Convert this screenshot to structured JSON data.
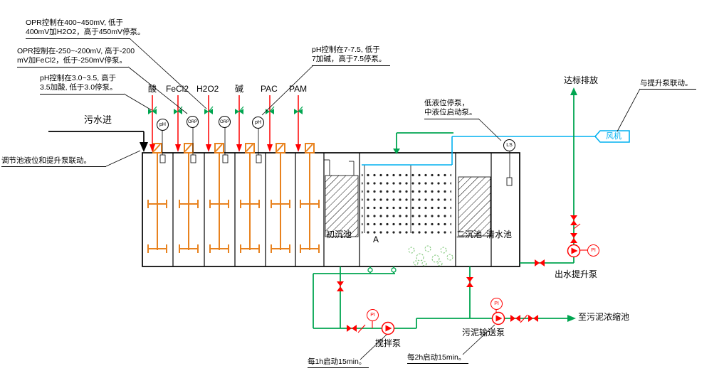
{
  "annotations": {
    "orp_h2o2": [
      "OPR控制在400~450mV, 低于",
      "400mV加H2O2，高于450mV停泵。"
    ],
    "orp_fecl2": [
      "OPR控制在-250~-200mV, 高于-200",
      "mV加FeCl2，低于-250mV停泵。"
    ],
    "ph_acid": [
      "pH控制在3.0~3.5, 高于",
      "3.5加酸, 低于3.0停泵。"
    ],
    "ph_alkali": [
      "pH控制在7-7.5, 低于",
      "7加碱，高于7.5停泵。"
    ],
    "regulating_tank": "调节池液位和提升泵联动。",
    "level_switch": [
      "低液位停泵，",
      "中液位启动泵。"
    ],
    "blower_interlock": "与提升泵联动。",
    "mixing_pump_schedule": "每1h启动15min。",
    "sludge_pump_schedule": "每2h启动15min。"
  },
  "chemicals": [
    "酸",
    "FeCl2",
    "H2O2",
    "碱",
    "PAC",
    "PAM"
  ],
  "sensors": [
    "pH",
    "ORP",
    "ORP",
    "pH"
  ],
  "labels": {
    "influent": "污水进",
    "primary_tank": "初沉池",
    "zone_a": "A",
    "secondary_tank": "二沉池",
    "clear_tank": "清水池",
    "effluent_pump": "出水提升泵",
    "mixing_pump": "搅拌泵",
    "sludge_pump": "污泥输送泵",
    "to_thickener": "至污泥浓缩池",
    "discharge": "达标排放",
    "blower": "风机",
    "level_switch": "LS",
    "pressure_gauge": "PI"
  },
  "colors": {
    "pipe_green": "#00a550",
    "dosing_red": "#ff0000",
    "air_cyan": "#00b0f0",
    "mixer_orange": "#e8821e"
  }
}
